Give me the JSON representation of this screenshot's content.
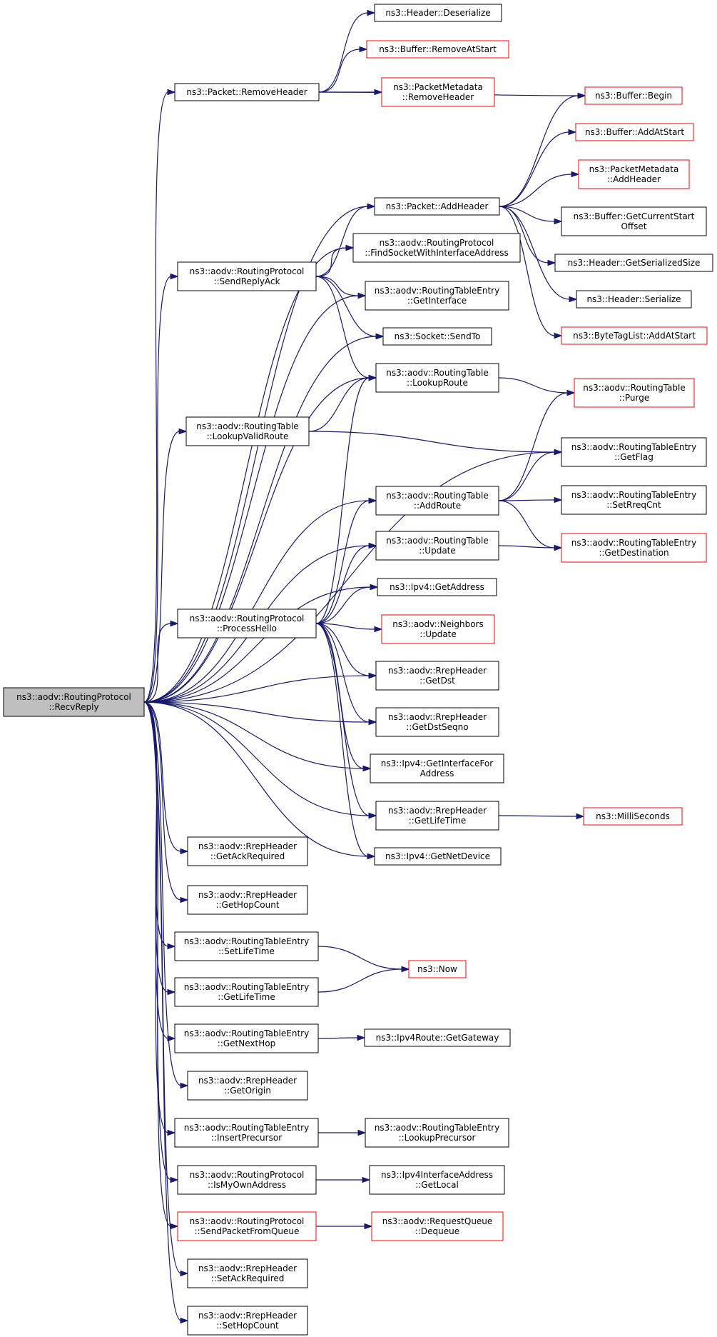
{
  "nodes": [
    {
      "id": "recv",
      "lines": [
        "ns3::aodv::RoutingProtocol",
        "::RecvReply"
      ],
      "border": "root"
    },
    {
      "id": "removeHeader",
      "lines": [
        "ns3::Packet::RemoveHeader"
      ],
      "border": "black"
    },
    {
      "id": "addHeader",
      "lines": [
        "ns3::Packet::AddHeader"
      ],
      "border": "black"
    },
    {
      "id": "sendReplyAck",
      "lines": [
        "ns3::aodv::RoutingProtocol",
        "::SendReplyAck"
      ],
      "border": "black"
    },
    {
      "id": "lookupValid",
      "lines": [
        "ns3::aodv::RoutingTable",
        "::LookupValidRoute"
      ],
      "border": "black"
    },
    {
      "id": "processHello",
      "lines": [
        "ns3::aodv::RoutingProtocol",
        "::ProcessHello"
      ],
      "border": "black"
    },
    {
      "id": "getAckReq",
      "lines": [
        "ns3::aodv::RrepHeader",
        "::GetAckRequired"
      ],
      "border": "black"
    },
    {
      "id": "getHopCount",
      "lines": [
        "ns3::aodv::RrepHeader",
        "::GetHopCount"
      ],
      "border": "black"
    },
    {
      "id": "setLifeTimeRTE",
      "lines": [
        "ns3::aodv::RoutingTableEntry",
        "::SetLifeTime"
      ],
      "border": "black"
    },
    {
      "id": "getLifeTimeRTE",
      "lines": [
        "ns3::aodv::RoutingTableEntry",
        "::GetLifeTime"
      ],
      "border": "black"
    },
    {
      "id": "getNextHop",
      "lines": [
        "ns3::aodv::RoutingTableEntry",
        "::GetNextHop"
      ],
      "border": "black"
    },
    {
      "id": "getOrigin",
      "lines": [
        "ns3::aodv::RrepHeader",
        "::GetOrigin"
      ],
      "border": "black"
    },
    {
      "id": "insertPrec",
      "lines": [
        "ns3::aodv::RoutingTableEntry",
        "::InsertPrecursor"
      ],
      "border": "black"
    },
    {
      "id": "isMyOwn",
      "lines": [
        "ns3::aodv::RoutingProtocol",
        "::IsMyOwnAddress"
      ],
      "border": "black"
    },
    {
      "id": "sendPktQueue",
      "lines": [
        "ns3::aodv::RoutingProtocol",
        "::SendPacketFromQueue"
      ],
      "border": "red"
    },
    {
      "id": "setAckReq",
      "lines": [
        "ns3::aodv::RrepHeader",
        "::SetAckRequired"
      ],
      "border": "black"
    },
    {
      "id": "setHopCount",
      "lines": [
        "ns3::aodv::RrepHeader",
        "::SetHopCount"
      ],
      "border": "black"
    },
    {
      "id": "hdrDeser",
      "lines": [
        "ns3::Header::Deserialize"
      ],
      "border": "black"
    },
    {
      "id": "bufRemoveAtStart",
      "lines": [
        "ns3::Buffer::RemoveAtStart"
      ],
      "border": "red"
    },
    {
      "id": "pmRemoveHeader",
      "lines": [
        "ns3::PacketMetadata",
        "::RemoveHeader"
      ],
      "border": "red"
    },
    {
      "id": "findSocket",
      "lines": [
        "ns3::aodv::RoutingProtocol",
        "::FindSocketWithInterfaceAddress"
      ],
      "border": "black"
    },
    {
      "id": "rteGetInterface",
      "lines": [
        "ns3::aodv::RoutingTableEntry",
        "::GetInterface"
      ],
      "border": "black"
    },
    {
      "id": "socketSendTo",
      "lines": [
        "ns3::Socket::SendTo"
      ],
      "border": "black"
    },
    {
      "id": "rtLookupRoute",
      "lines": [
        "ns3::aodv::RoutingTable",
        "::LookupRoute"
      ],
      "border": "black"
    },
    {
      "id": "rtAddRoute",
      "lines": [
        "ns3::aodv::RoutingTable",
        "::AddRoute"
      ],
      "border": "black"
    },
    {
      "id": "rtUpdate",
      "lines": [
        "ns3::aodv::RoutingTable",
        "::Update"
      ],
      "border": "black"
    },
    {
      "id": "ipv4GetAddress",
      "lines": [
        "ns3::Ipv4::GetAddress"
      ],
      "border": "black"
    },
    {
      "id": "neighborsUpdate",
      "lines": [
        "ns3::aodv::Neighbors",
        "::Update"
      ],
      "border": "red"
    },
    {
      "id": "rrepGetDst",
      "lines": [
        "ns3::aodv::RrepHeader",
        "::GetDst"
      ],
      "border": "black"
    },
    {
      "id": "rrepGetDstSeqno",
      "lines": [
        "ns3::aodv::RrepHeader",
        "::GetDstSeqno"
      ],
      "border": "black"
    },
    {
      "id": "ipv4GetIfFor",
      "lines": [
        "ns3::Ipv4::GetInterfaceFor",
        "Address"
      ],
      "border": "black"
    },
    {
      "id": "rrepGetLifeTime",
      "lines": [
        "ns3::aodv::RrepHeader",
        "::GetLifeTime"
      ],
      "border": "black"
    },
    {
      "id": "ipv4GetNetDevice",
      "lines": [
        "ns3::Ipv4::GetNetDevice"
      ],
      "border": "black"
    },
    {
      "id": "now",
      "lines": [
        "ns3::Now"
      ],
      "border": "red"
    },
    {
      "id": "ipv4RouteGw",
      "lines": [
        "ns3::Ipv4Route::GetGateway"
      ],
      "border": "black"
    },
    {
      "id": "rteLookupPrec",
      "lines": [
        "ns3::aodv::RoutingTableEntry",
        "::LookupPrecursor"
      ],
      "border": "black"
    },
    {
      "id": "ipv4IfAddrLocal",
      "lines": [
        "ns3::Ipv4InterfaceAddress",
        "::GetLocal"
      ],
      "border": "black"
    },
    {
      "id": "rqDequeue",
      "lines": [
        "ns3::aodv::RequestQueue",
        "::Dequeue"
      ],
      "border": "red"
    },
    {
      "id": "bufBegin",
      "lines": [
        "ns3::Buffer::Begin"
      ],
      "border": "red"
    },
    {
      "id": "bufAddAtStart",
      "lines": [
        "ns3::Buffer::AddAtStart"
      ],
      "border": "red"
    },
    {
      "id": "pmAddHeader",
      "lines": [
        "ns3::PacketMetadata",
        "::AddHeader"
      ],
      "border": "red"
    },
    {
      "id": "bufGetCurStart",
      "lines": [
        "ns3::Buffer::GetCurrentStart",
        "Offset"
      ],
      "border": "black"
    },
    {
      "id": "hdrGetSerSize",
      "lines": [
        "ns3::Header::GetSerializedSize"
      ],
      "border": "black"
    },
    {
      "id": "hdrSerialize",
      "lines": [
        "ns3::Header::Serialize"
      ],
      "border": "black"
    },
    {
      "id": "btlAddAtStart",
      "lines": [
        "ns3::ByteTagList::AddAtStart"
      ],
      "border": "red"
    },
    {
      "id": "rtPurge",
      "lines": [
        "ns3::aodv::RoutingTable",
        "::Purge"
      ],
      "border": "red"
    },
    {
      "id": "rteGetFlag",
      "lines": [
        "ns3::aodv::RoutingTableEntry",
        "::GetFlag"
      ],
      "border": "black"
    },
    {
      "id": "rteSetRreqCnt",
      "lines": [
        "ns3::aodv::RoutingTableEntry",
        "::SetRreqCnt"
      ],
      "border": "black"
    },
    {
      "id": "rteGetDest",
      "lines": [
        "ns3::aodv::RoutingTableEntry",
        "::GetDestination"
      ],
      "border": "red"
    },
    {
      "id": "milliSeconds",
      "lines": [
        "ns3::MilliSeconds"
      ],
      "border": "red"
    }
  ],
  "edges": [
    [
      "recv",
      "removeHeader"
    ],
    [
      "recv",
      "addHeader"
    ],
    [
      "recv",
      "findSocket"
    ],
    [
      "recv",
      "sendReplyAck"
    ],
    [
      "recv",
      "rteGetInterface"
    ],
    [
      "recv",
      "socketSendTo"
    ],
    [
      "recv",
      "rtLookupRoute"
    ],
    [
      "recv",
      "lookupValid"
    ],
    [
      "recv",
      "rteGetFlag"
    ],
    [
      "recv",
      "rtAddRoute"
    ],
    [
      "recv",
      "rtUpdate"
    ],
    [
      "recv",
      "ipv4GetAddress"
    ],
    [
      "recv",
      "processHello"
    ],
    [
      "recv",
      "rrepGetDst"
    ],
    [
      "recv",
      "rrepGetDstSeqno"
    ],
    [
      "recv",
      "ipv4GetIfFor"
    ],
    [
      "recv",
      "rrepGetLifeTime"
    ],
    [
      "recv",
      "ipv4GetNetDevice"
    ],
    [
      "recv",
      "getAckReq"
    ],
    [
      "recv",
      "getHopCount"
    ],
    [
      "recv",
      "setLifeTimeRTE"
    ],
    [
      "recv",
      "getLifeTimeRTE"
    ],
    [
      "recv",
      "getNextHop"
    ],
    [
      "recv",
      "getOrigin"
    ],
    [
      "recv",
      "insertPrec"
    ],
    [
      "recv",
      "isMyOwn"
    ],
    [
      "recv",
      "sendPktQueue"
    ],
    [
      "recv",
      "setAckReq"
    ],
    [
      "recv",
      "setHopCount"
    ],
    [
      "removeHeader",
      "hdrDeser"
    ],
    [
      "removeHeader",
      "bufRemoveAtStart"
    ],
    [
      "removeHeader",
      "pmRemoveHeader"
    ],
    [
      "removeHeader",
      "bufBegin"
    ],
    [
      "addHeader",
      "bufBegin"
    ],
    [
      "addHeader",
      "bufAddAtStart"
    ],
    [
      "addHeader",
      "pmAddHeader"
    ],
    [
      "addHeader",
      "bufGetCurStart"
    ],
    [
      "addHeader",
      "hdrGetSerSize"
    ],
    [
      "addHeader",
      "hdrSerialize"
    ],
    [
      "addHeader",
      "btlAddAtStart"
    ],
    [
      "sendReplyAck",
      "addHeader"
    ],
    [
      "sendReplyAck",
      "findSocket"
    ],
    [
      "sendReplyAck",
      "rteGetInterface"
    ],
    [
      "sendReplyAck",
      "socketSendTo"
    ],
    [
      "sendReplyAck",
      "rtLookupRoute"
    ],
    [
      "rtLookupRoute",
      "rtPurge"
    ],
    [
      "lookupValid",
      "rtLookupRoute"
    ],
    [
      "lookupValid",
      "rteGetFlag"
    ],
    [
      "rtAddRoute",
      "rtPurge"
    ],
    [
      "rtAddRoute",
      "rteGetFlag"
    ],
    [
      "rtAddRoute",
      "rteSetRreqCnt"
    ],
    [
      "rtAddRoute",
      "rteGetDest"
    ],
    [
      "rtUpdate",
      "rteGetDest"
    ],
    [
      "processHello",
      "rtLookupRoute"
    ],
    [
      "processHello",
      "rtAddRoute"
    ],
    [
      "processHello",
      "rtUpdate"
    ],
    [
      "processHello",
      "ipv4GetAddress"
    ],
    [
      "processHello",
      "neighborsUpdate"
    ],
    [
      "processHello",
      "rrepGetDst"
    ],
    [
      "processHello",
      "rrepGetDstSeqno"
    ],
    [
      "processHello",
      "ipv4GetIfFor"
    ],
    [
      "processHello",
      "rrepGetLifeTime"
    ],
    [
      "processHello",
      "ipv4GetNetDevice"
    ],
    [
      "rrepGetLifeTime",
      "milliSeconds"
    ],
    [
      "setLifeTimeRTE",
      "now"
    ],
    [
      "getLifeTimeRTE",
      "now"
    ],
    [
      "getNextHop",
      "ipv4RouteGw"
    ],
    [
      "insertPrec",
      "rteLookupPrec"
    ],
    [
      "isMyOwn",
      "ipv4IfAddrLocal"
    ],
    [
      "sendPktQueue",
      "rqDequeue"
    ]
  ]
}
